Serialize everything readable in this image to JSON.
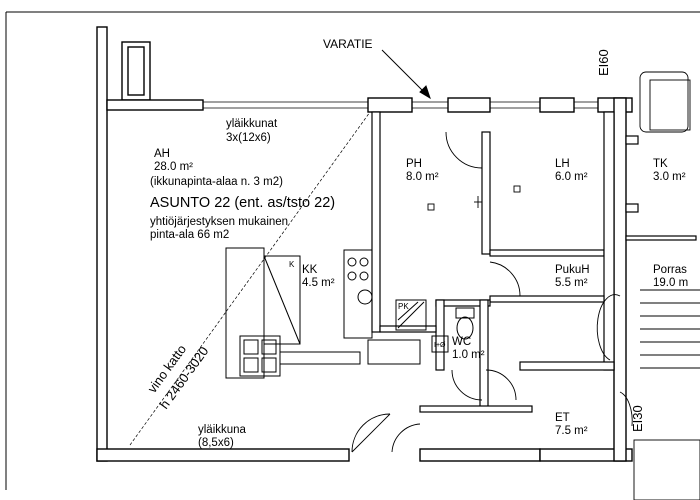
{
  "plan": {
    "corridor_note": "VARATIE",
    "rooms": [
      {
        "id": "ah",
        "name": "AH",
        "area": "28.0 m²"
      },
      {
        "id": "ph",
        "name": "PH",
        "area": "8.0 m²"
      },
      {
        "id": "lh",
        "name": "LH",
        "area": "6.0 m²"
      },
      {
        "id": "tk",
        "name": "TK",
        "area": "3.0 m²"
      },
      {
        "id": "kk",
        "name": "KK",
        "area": "4.5 m²"
      },
      {
        "id": "pukuh",
        "name": "PukuH",
        "area": "5.5 m²"
      },
      {
        "id": "porras",
        "name": "Porras",
        "area": "19.0 m"
      },
      {
        "id": "wc",
        "name": "WC",
        "area": "1.0 m²"
      },
      {
        "id": "et",
        "name": "ET",
        "area": "7.5 m²"
      }
    ],
    "notes": {
      "window_area": "(ikkunapinta-alaa n. 3 m2)",
      "apartment_title": "ASUNTO 22 (ent. as/tsto 22)",
      "area_note_line1": "yhtiöjärjestyksen mukainen",
      "area_note_line2": "pinta-ala 66 m2",
      "skylights_label": "yläikkunat",
      "skylights_size": "3x(12x6)",
      "skylight_label": "yläikkuna",
      "skylight_size": "(8,5x6)",
      "sloped_ceiling": "vino katto",
      "ceiling_height": "h 2460-3020",
      "ei60": "EI60",
      "ei30": "EI30",
      "pk": "PK",
      "k_mark": "K",
      "wc_symbol": "I+Ø"
    }
  }
}
